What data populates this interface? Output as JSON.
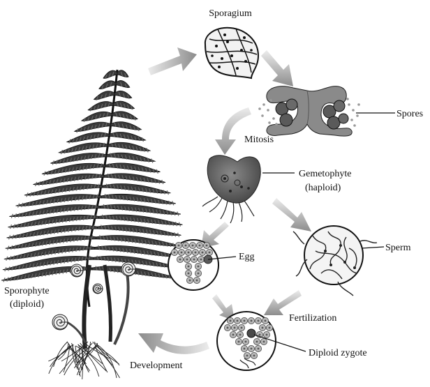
{
  "labels": {
    "sporagium": "Sporagium",
    "spores": "Spores",
    "mitosis": "Mitosis",
    "gametophyte_line1": "Gemetophyte",
    "gametophyte_line2": "(haploid)",
    "egg": "Egg",
    "sperm": "Sperm",
    "fertilization": "Fertilization",
    "diploid_zygote": "Diploid zygote",
    "development": "Development",
    "sporophyte_line1": "Sporophyte",
    "sporophyte_line2": "(diploid)"
  },
  "colors": {
    "ink": "#111111",
    "arrow": "#9a9a9a",
    "gametophyte": "#6e6e6e",
    "spore_fill": "#7a7a7a",
    "egg_cell": "#b8b8b8"
  }
}
